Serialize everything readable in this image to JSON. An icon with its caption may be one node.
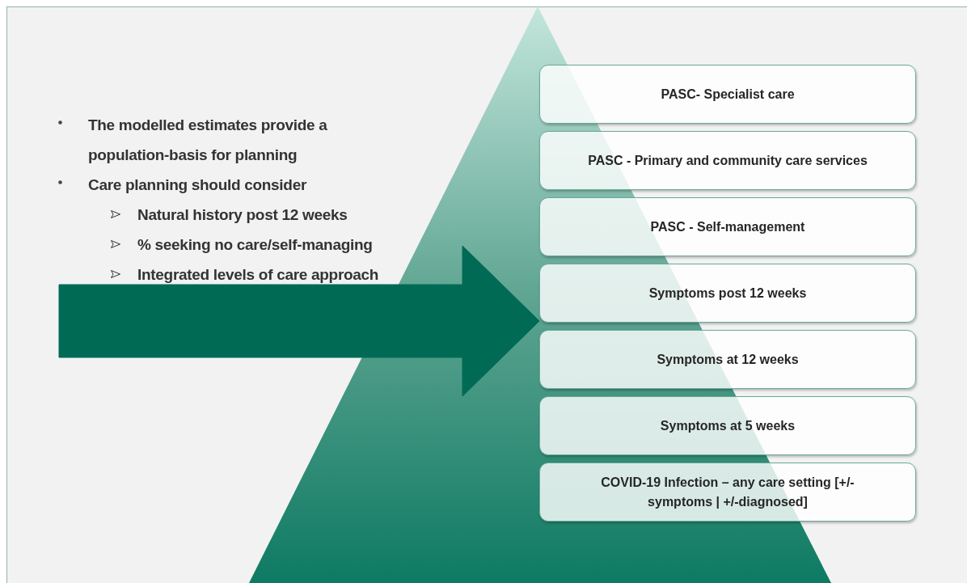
{
  "diagram": {
    "nodes": [
      {
        "text": [
          "PASC- Specialist care"
        ]
      },
      {
        "text": [
          "PASC - Primary and community care services"
        ]
      },
      {
        "text": [
          "PASC - Self-management"
        ]
      },
      {
        "text": [
          "Symptoms post 12 weeks"
        ]
      },
      {
        "text": [
          "Symptoms at 12 weeks"
        ]
      },
      {
        "text": [
          "Symptoms at 5 weeks"
        ]
      },
      {
        "text": [
          "COVID-19 Infection – any care setting [+/- symptoms | +/-diagnosed]"
        ]
      }
    ],
    "edges": [
      {
        "from": null,
        "to": 3,
        "arrow": "to",
        "style": "thick",
        "color": "#006a55"
      }
    ],
    "labels": [
      "The modelled estimates provide a population-basis for planning",
      "Care planning should consider",
      "Natural history post 12 weeks",
      "% seeking no care/self-managing",
      "Integrated levels of care approach"
    ]
  }
}
